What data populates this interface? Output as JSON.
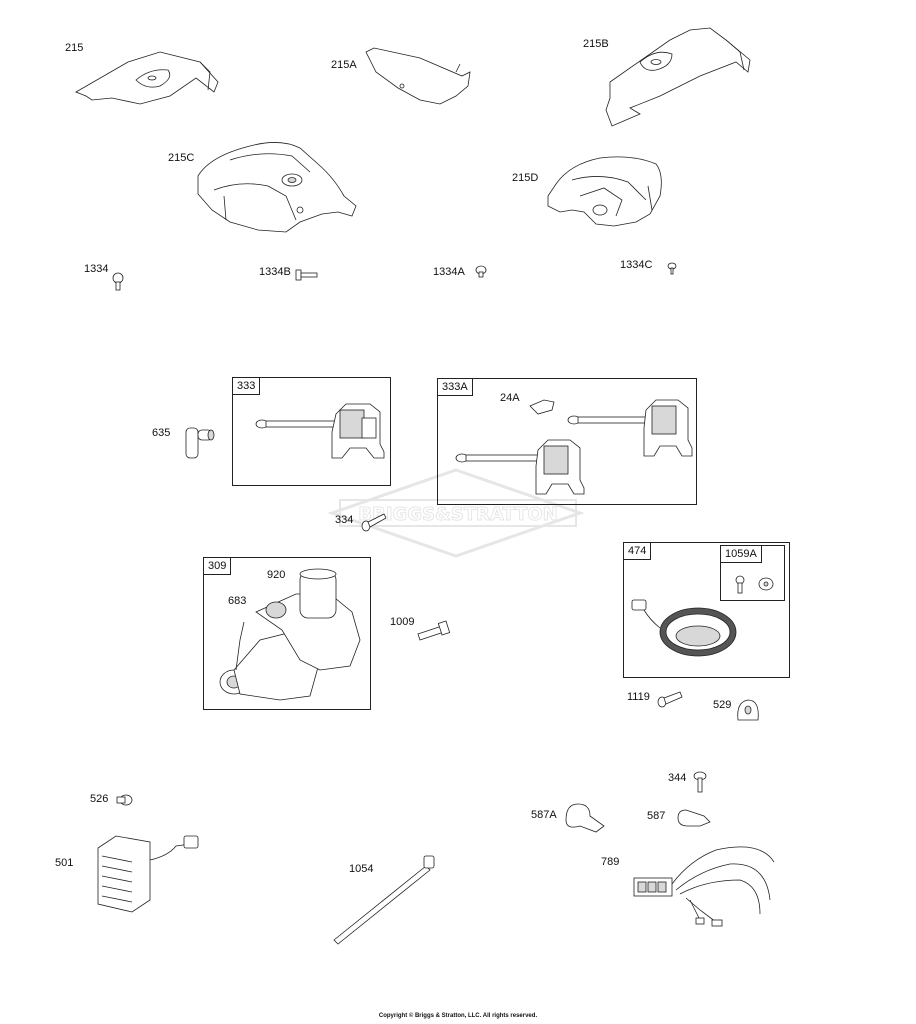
{
  "labels": {
    "p215": "215",
    "p215A": "215A",
    "p215B": "215B",
    "p215C": "215C",
    "p215D": "215D",
    "p1334": "1334",
    "p1334B": "1334B",
    "p1334A": "1334A",
    "p1334C": "1334C",
    "p635": "635",
    "p333": "333",
    "p333A": "333A",
    "p24A": "24A",
    "p334": "334",
    "p309": "309",
    "p920": "920",
    "p683": "683",
    "p1009": "1009",
    "p474": "474",
    "p1059A": "1059A",
    "p1119": "1119",
    "p529": "529",
    "p526": "526",
    "p501": "501",
    "p1054": "1054",
    "p344": "344",
    "p587A": "587A",
    "p587": "587",
    "p789": "789"
  },
  "watermark": "BRIGGS&STRATTON",
  "copyright": "Copyright © Briggs & Stratton, LLC. All rights reserved."
}
